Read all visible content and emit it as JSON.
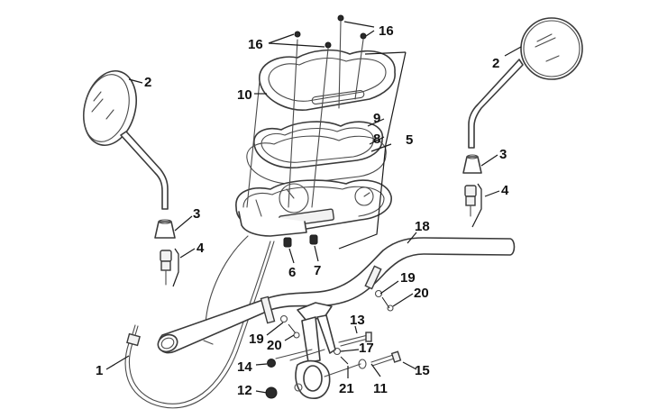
{
  "diagram": {
    "kind": "exploded parts view",
    "subject": "motorcycle handlebar, instrument cluster and mirrors",
    "line_color": "#3a3a3a",
    "label_color": "#111111",
    "callouts": [
      {
        "id": "label-1",
        "text": "1",
        "part": "speedometer cable"
      },
      {
        "id": "label-2-left",
        "text": "2",
        "part": "left mirror"
      },
      {
        "id": "label-2-right",
        "text": "2",
        "part": "right mirror"
      },
      {
        "id": "label-3-left",
        "text": "3",
        "part": "left mirror boot"
      },
      {
        "id": "label-3-right",
        "text": "3",
        "part": "right mirror boot"
      },
      {
        "id": "label-4-left",
        "text": "4",
        "part": "left mirror adapter"
      },
      {
        "id": "label-4-right",
        "text": "4",
        "part": "right mirror adapter"
      },
      {
        "id": "label-5",
        "text": "5",
        "part": "instrument cluster assembly"
      },
      {
        "id": "label-6",
        "text": "6",
        "part": "bulb socket"
      },
      {
        "id": "label-7",
        "text": "7",
        "part": "bulb socket"
      },
      {
        "id": "label-8",
        "text": "8",
        "part": "gasket"
      },
      {
        "id": "label-9",
        "text": "9",
        "part": "lens"
      },
      {
        "id": "label-10",
        "text": "10",
        "part": "cluster cover"
      },
      {
        "id": "label-11",
        "text": "11",
        "part": "washer"
      },
      {
        "id": "label-12",
        "text": "12",
        "part": "nut"
      },
      {
        "id": "label-13",
        "text": "13",
        "part": "bolt"
      },
      {
        "id": "label-14",
        "text": "14",
        "part": "nut"
      },
      {
        "id": "label-15",
        "text": "15",
        "part": "bolt"
      },
      {
        "id": "label-16-left",
        "text": "16",
        "part": "screw"
      },
      {
        "id": "label-16-right",
        "text": "16",
        "part": "screw"
      },
      {
        "id": "label-17",
        "text": "17",
        "part": "washer"
      },
      {
        "id": "label-18",
        "text": "18",
        "part": "handlebar"
      },
      {
        "id": "label-19-left",
        "text": "19",
        "part": "washer"
      },
      {
        "id": "label-19-right",
        "text": "19",
        "part": "washer"
      },
      {
        "id": "label-20-left",
        "text": "20",
        "part": "screw"
      },
      {
        "id": "label-20-right",
        "text": "20",
        "part": "screw"
      },
      {
        "id": "label-21",
        "text": "21",
        "part": "screw"
      }
    ]
  }
}
